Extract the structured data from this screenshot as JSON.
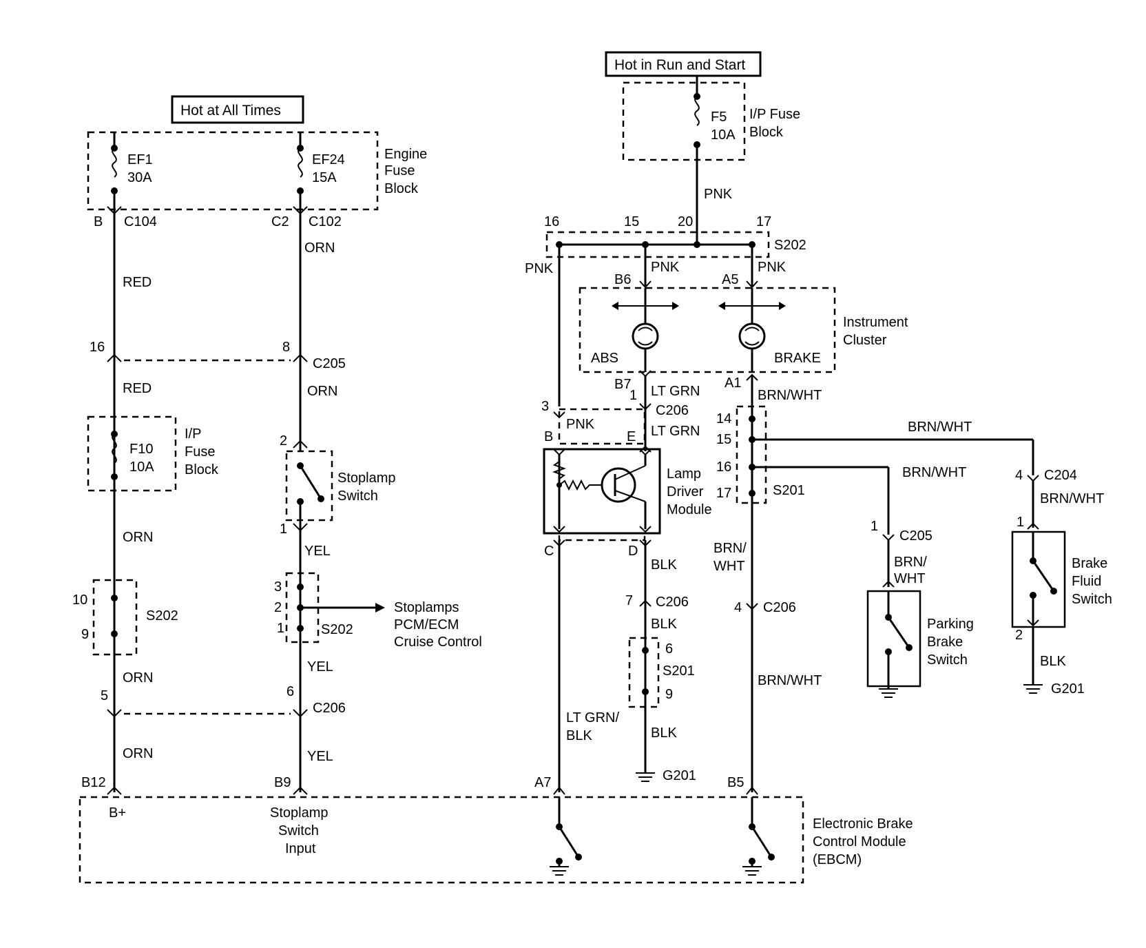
{
  "labels": {
    "src_hot_all": "Hot at All Times",
    "src_hot_run": "Hot in Run and Start",
    "ef1": "EF1",
    "ef1_a": "30A",
    "ef24": "EF24",
    "ef24_a": "15A",
    "engine1": "Engine",
    "engine2": "Fuse",
    "engine3": "Block",
    "f5": "F5",
    "f5_a": "10A",
    "ipf1": "I/P Fuse",
    "ipf2": "Block",
    "c104_pin": "B",
    "c104": "C104",
    "c102_pin": "C2",
    "c102": "C102",
    "w_orn_top": "ORN",
    "w_red_top": "RED",
    "pin16": "16",
    "pin8": "8",
    "c205_a": "C205",
    "w_red_mid": "RED",
    "w_orn_mid": "ORN",
    "f10": "F10",
    "f10_a": "10A",
    "ip_l1": "I/P",
    "ip_l2": "Fuse",
    "ip_l3": "Block",
    "pin2_sw": "2",
    "pin1_sw": "1",
    "stop_l1": "Stoplamp",
    "stop_l2": "Switch",
    "w_orn_l3": "ORN",
    "w_yel_1": "YEL",
    "s202_left_10": "10",
    "s202_left_9": "9",
    "s202_left": "S202",
    "s202_mid_3": "3",
    "s202_mid_2": "2",
    "s202_mid_1": "1",
    "s202_mid": "S202",
    "out1": "Stoplamps",
    "out2": "PCM/ECM",
    "out3": "Cruise Control",
    "w_orn_l4": "ORN",
    "w_yel_2": "YEL",
    "pin5": "5",
    "pin6": "6",
    "c206_left": "C206",
    "w_orn_l5": "ORN",
    "w_yel_3": "YEL",
    "b12": "B12",
    "b9": "B9",
    "ebcm_bplus": "B+",
    "ebcm_in1": "Stoplamp",
    "ebcm_in2": "Switch",
    "ebcm_in3": "Input",
    "w_pnk_1": "PNK",
    "s202r_16": "16",
    "s202r_15": "15",
    "s202r_20": "20",
    "s202r_17": "17",
    "s202r": "S202",
    "w_pnk_l": "PNK",
    "w_pnk_m": "PNK",
    "w_pnk_r": "PNK",
    "b6": "B6",
    "a5": "A5",
    "ic1": "Instrument",
    "ic2": "Cluster",
    "abs": "ABS",
    "brake": "BRAKE",
    "b7": "B7",
    "b7_1": "1",
    "a1": "A1",
    "w_ltgrn_1": "LT GRN",
    "w_brnwht_1": "BRN/WHT",
    "pin3": "3",
    "c206_mid": "C206",
    "pB": "B",
    "pE": "E",
    "w_pnk_ldm": "PNK",
    "w_ltgrn_2": "LT GRN",
    "ldm1": "Lamp",
    "ldm2": "Driver",
    "ldm3": "Module",
    "pC": "C",
    "pD": "D",
    "s201_14": "14",
    "s201_15": "15",
    "s201_16": "16",
    "s201_17": "17",
    "s201": "S201",
    "w_brnwht_2": "BRN/WHT",
    "w_brnwht_3": "BRN/WHT",
    "pin4": "4",
    "c204": "C204",
    "w_brnwht_4": "BRN/WHT",
    "pin1_c205": "1",
    "c205_b": "C205",
    "w_brnwht_5a": "BRN/",
    "w_brnwht_5b": "WHT",
    "pin1_bfs": "1",
    "bfs1": "Brake",
    "bfs2": "Fluid",
    "bfs3": "Switch",
    "pbs1": "Parking",
    "pbs2": "Brake",
    "pbs3": "Switch",
    "w_blk_1": "BLK",
    "w_brnwht_6a": "BRN/",
    "w_brnwht_6b": "WHT",
    "pin7": "7",
    "c206_r1": "C206",
    "pin4b": "4",
    "c206_r2": "C206",
    "w_blk_2": "BLK",
    "s201b_6": "6",
    "s201b": "S201",
    "s201b_9": "9",
    "pin2_bfs": "2",
    "w_blk_3": "BLK",
    "g201_r": "G201",
    "w_brnwht_7": "BRN/WHT",
    "w_ltgrnblk_a": "LT GRN/",
    "w_ltgrnblk_b": "BLK",
    "w_blk_4": "BLK",
    "g201_m": "G201",
    "a7": "A7",
    "b5": "B5",
    "ebcm1": "Electronic Brake",
    "ebcm2": "Control Module",
    "ebcm3": "(EBCM)"
  }
}
